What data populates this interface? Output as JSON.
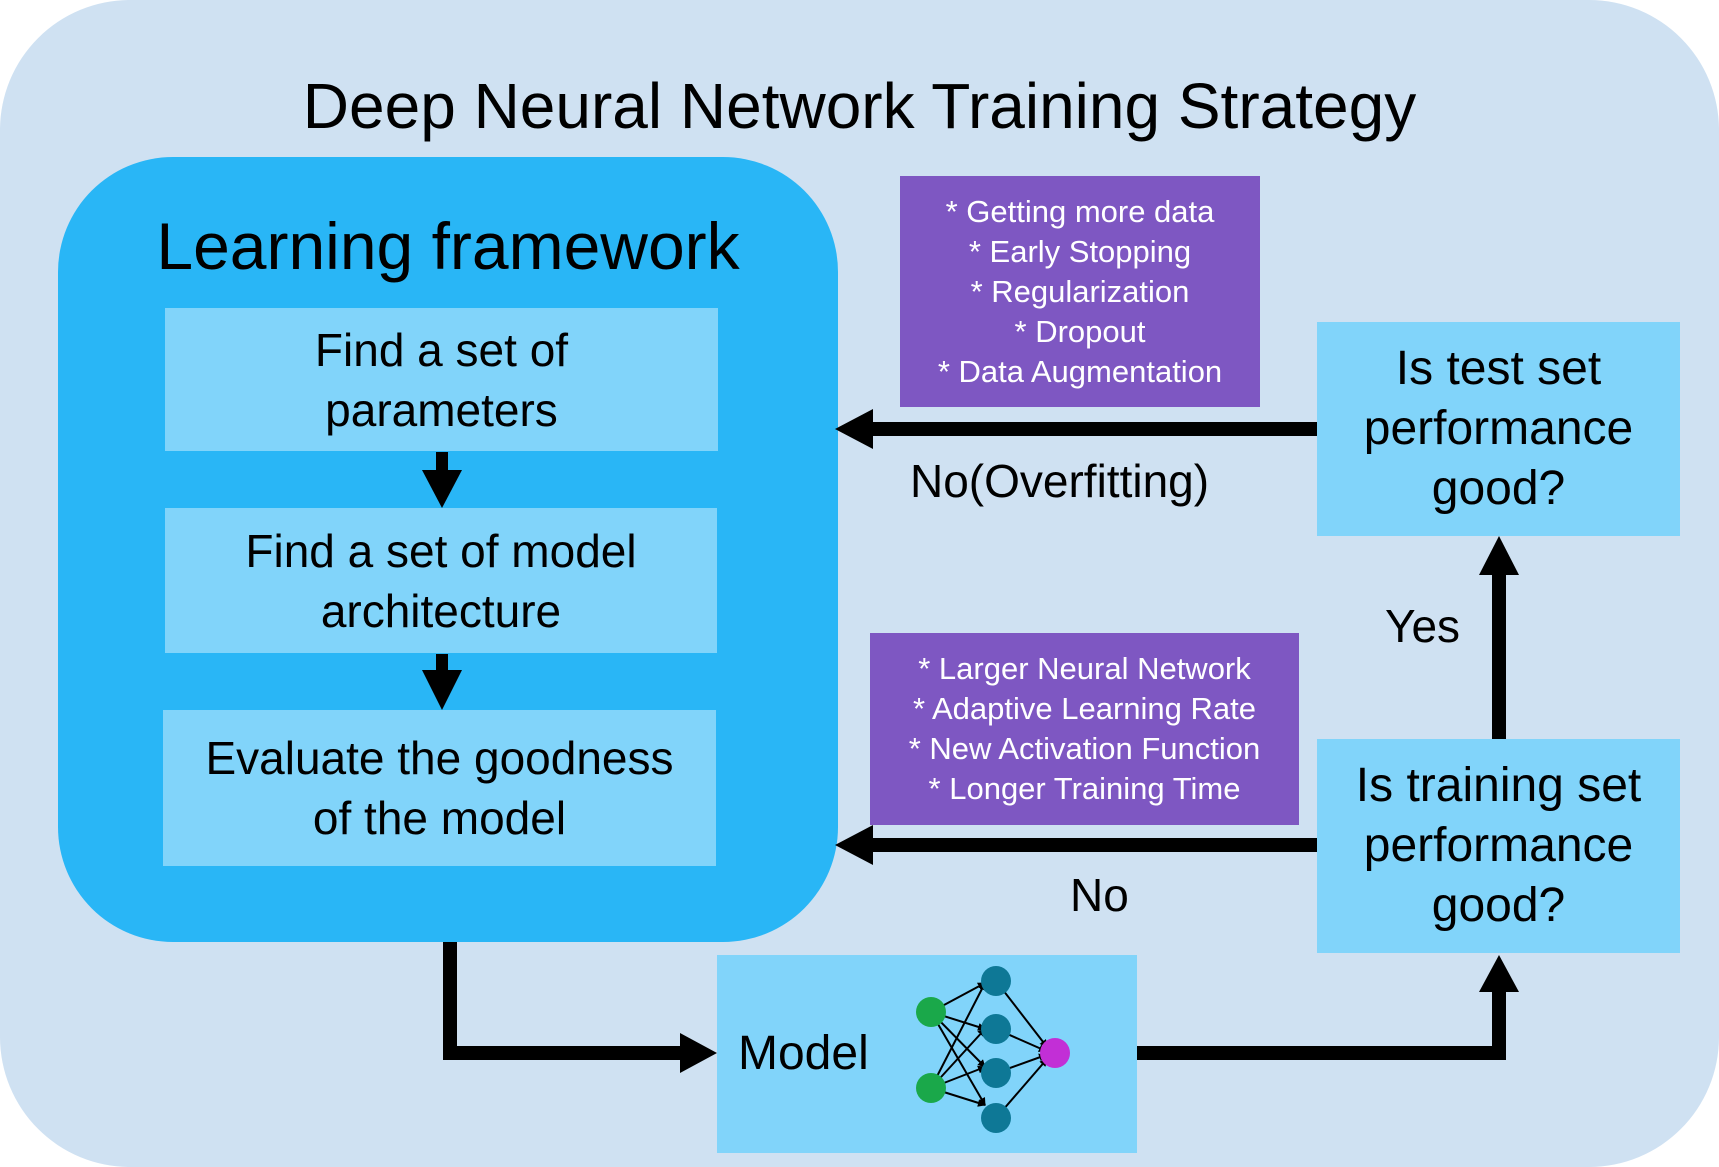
{
  "title": "Deep Neural Network Training Strategy",
  "framework": {
    "title": "Learning framework",
    "steps": [
      {
        "lines": [
          "Find a set of",
          "parameters"
        ]
      },
      {
        "lines": [
          "Find a set of model",
          "architecture"
        ]
      },
      {
        "lines": [
          "Evaluate the goodness",
          "of the model"
        ]
      }
    ]
  },
  "model": {
    "label": "Model"
  },
  "decisions": {
    "training": {
      "lines": [
        "Is training set",
        "performance",
        "good?"
      ]
    },
    "test": {
      "lines": [
        "Is test set",
        "performance",
        "good?"
      ]
    }
  },
  "edges": {
    "overfitting": "No(Overfitting)",
    "no": "No",
    "yes": "Yes"
  },
  "tips": {
    "overfitting": [
      "* Getting more data",
      "* Early Stopping",
      "* Regularization",
      "* Dropout",
      "* Data Augmentation"
    ],
    "underfitting": [
      "* Larger Neural Network",
      "* Adaptive Learning Rate",
      "* New Activation Function",
      "* Longer Training Time"
    ]
  },
  "colors": {
    "background": "#cfe1f2",
    "framework": "#29b6f6",
    "box": "#81d4fa",
    "tips": "#7e57c2",
    "input_node": "#1aa84a",
    "hidden_node": "#0e7896",
    "output_node": "#c22fd6"
  }
}
